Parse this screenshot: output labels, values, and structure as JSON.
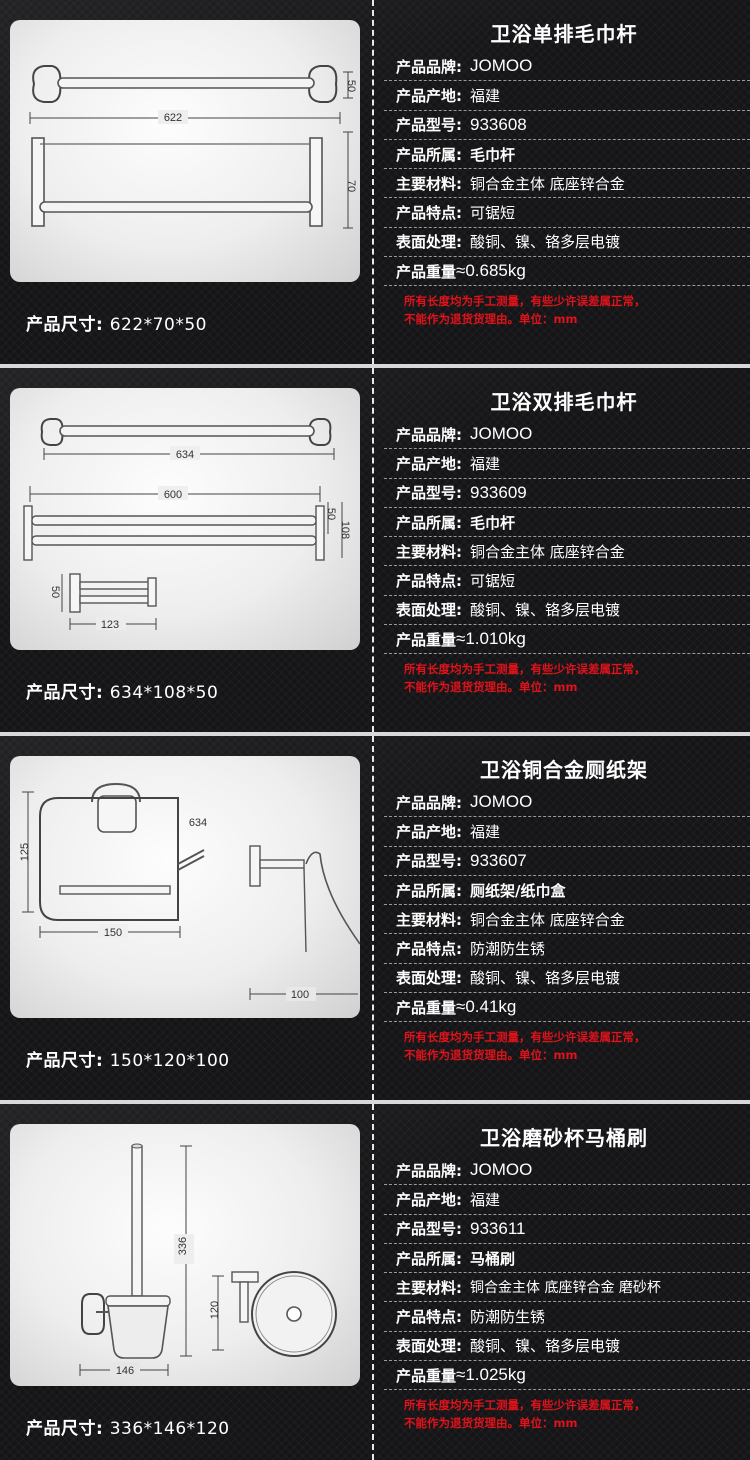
{
  "labels": {
    "brand": "产品品牌:",
    "origin": "产品产地:",
    "model": "产品型号:",
    "category": "产品所属:",
    "material": "主要材料:",
    "feature": "产品特点:",
    "finish": "表面处理:",
    "weight": "产品重量",
    "size": "产品尺寸:"
  },
  "note_lines": [
    "所有长度均为手工测量，有些少许误差属正常，",
    "不能作为退货货理由。单位：mm"
  ],
  "products": [
    {
      "title": "卫浴单排毛巾杆",
      "brand": "JOMOO",
      "origin": "福建",
      "model": "933608",
      "category": "毛巾杆",
      "material": "铜合金主体 底座锌合金",
      "feature": "可锯短",
      "finish": "酸铜、镍、铬多层电镀",
      "weight": "≈0.685kg",
      "size": "622*70*50",
      "dims": {
        "width": "622",
        "height": "50",
        "depth": "70"
      }
    },
    {
      "title": "卫浴双排毛巾杆",
      "brand": "JOMOO",
      "origin": "福建",
      "model": "933609",
      "category": "毛巾杆",
      "material": "铜合金主体 底座锌合金",
      "feature": "可锯短",
      "finish": "酸铜、镍、铬多层电镀",
      "weight": "≈1.010kg",
      "size": "634*108*50",
      "dims": {
        "width": "634",
        "inner": "600",
        "h1": "50",
        "h2": "108",
        "side_h": "50",
        "side_w": "123"
      }
    },
    {
      "title": "卫浴铜合金厕纸架",
      "brand": "JOMOO",
      "origin": "福建",
      "model": "933607",
      "category": "厕纸架/纸巾盒",
      "material": "铜合金主体 底座锌合金",
      "feature": "防潮防生锈",
      "finish": "酸铜、镍、铬多层电镀",
      "weight": "≈0.41kg",
      "size": "150*120*100",
      "dims": {
        "height": "125",
        "width": "150",
        "label": "634",
        "depth": "100"
      }
    },
    {
      "title": "卫浴磨砂杯马桶刷",
      "brand": "JOMOO",
      "origin": "福建",
      "model": "933611",
      "category": "马桶刷",
      "material": "铜合金主体 底座锌合金 磨砂杯",
      "feature": "防潮防生锈",
      "finish": "酸铜、镍、铬多层电镀",
      "weight": "≈1.025kg",
      "size": "336*146*120",
      "dims": {
        "height": "336",
        "width": "146",
        "depth": "120"
      }
    }
  ]
}
